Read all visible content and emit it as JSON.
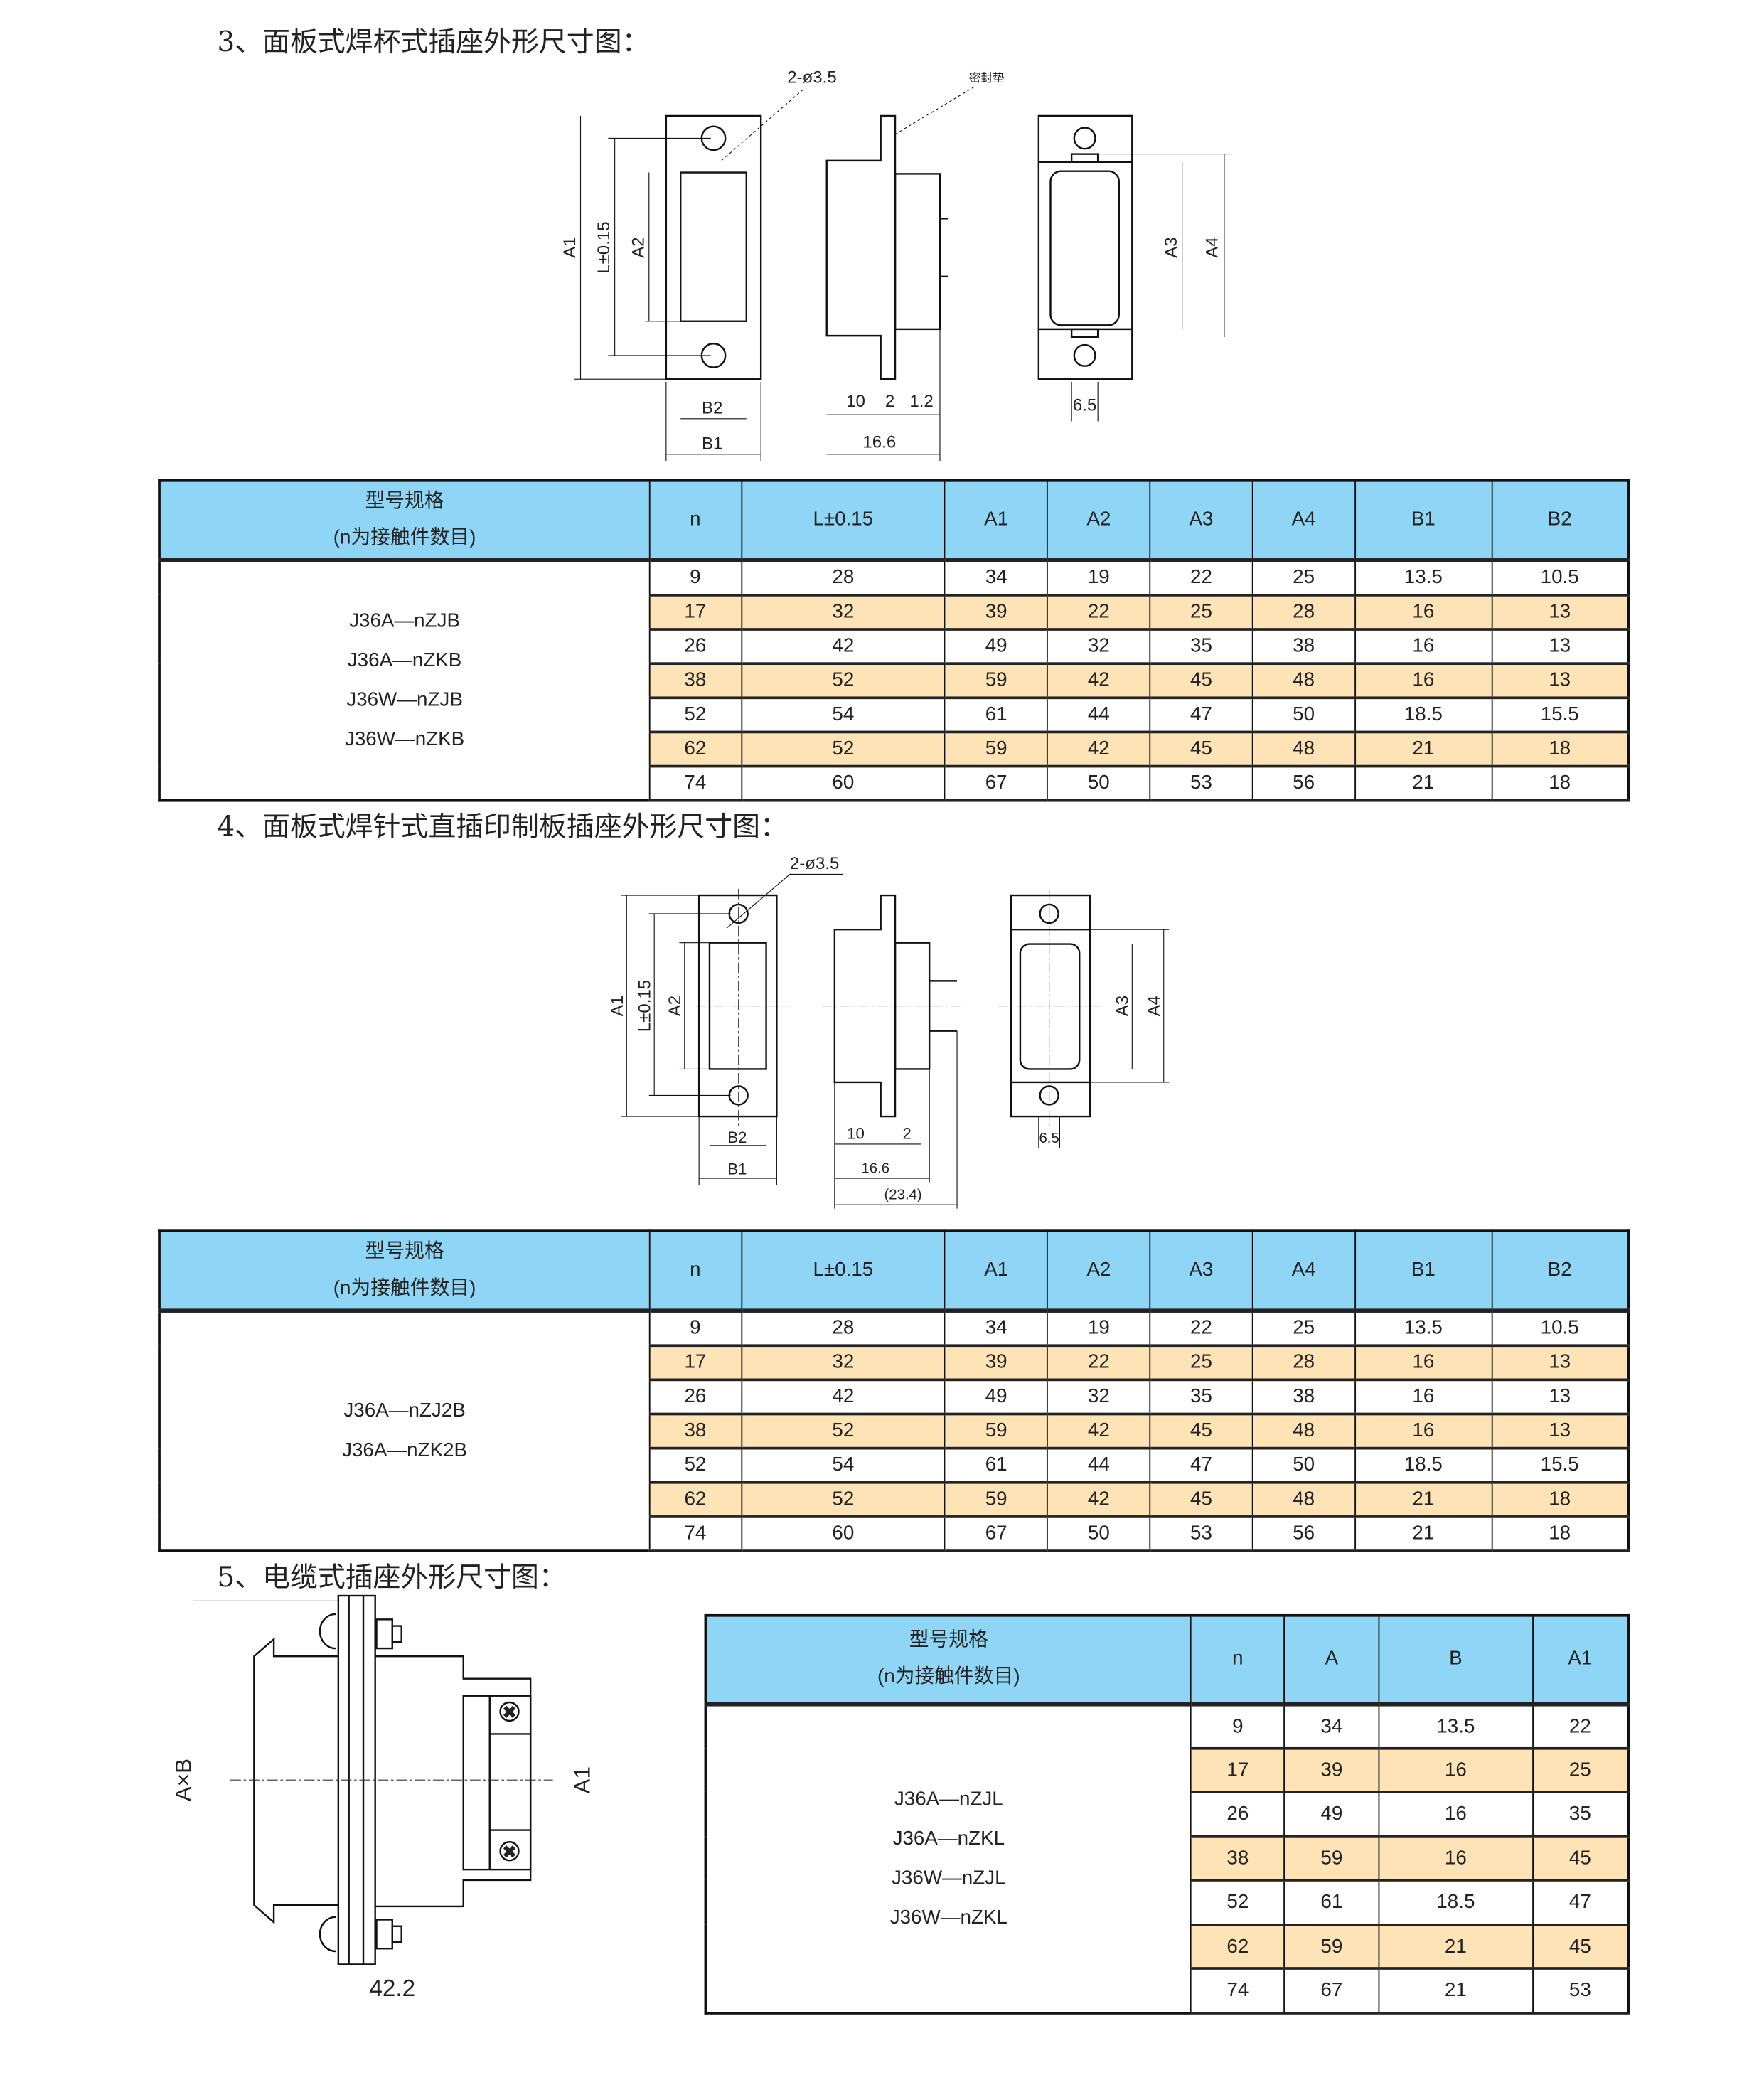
{
  "sections": [
    {
      "title": "3、面板式焊杯式插座外形尺寸图：",
      "drawing": {
        "hole_label": "2-ø3.5",
        "seal_label": "密封垫",
        "A1": "A1",
        "L": "L±0.15",
        "A2": "A2",
        "A3": "A3",
        "A4": "A4",
        "B1": "B1",
        "B2": "B2",
        "d10": "10",
        "d2": "2",
        "d12": "1.2",
        "d166": "16.6",
        "d65": "6.5"
      },
      "table": {
        "headers": [
          "型号规格",
          "(n为接触件数目)",
          "n",
          "L±0.15",
          "A1",
          "A2",
          "A3",
          "A4",
          "B1",
          "B2"
        ],
        "models": [
          "J36A—nZJB",
          "J36A—nZKB",
          "J36W—nZJB",
          "J36W—nZKB"
        ],
        "rows": [
          [
            "9",
            "28",
            "34",
            "19",
            "22",
            "25",
            "13.5",
            "10.5"
          ],
          [
            "17",
            "32",
            "39",
            "22",
            "25",
            "28",
            "16",
            "13"
          ],
          [
            "26",
            "42",
            "49",
            "32",
            "35",
            "38",
            "16",
            "13"
          ],
          [
            "38",
            "52",
            "59",
            "42",
            "45",
            "48",
            "16",
            "13"
          ],
          [
            "52",
            "54",
            "61",
            "44",
            "47",
            "50",
            "18.5",
            "15.5"
          ],
          [
            "62",
            "52",
            "59",
            "42",
            "45",
            "48",
            "21",
            "18"
          ],
          [
            "74",
            "60",
            "67",
            "50",
            "53",
            "56",
            "21",
            "18"
          ]
        ]
      }
    },
    {
      "title": "4、面板式焊针式直插印制板插座外形尺寸图：",
      "drawing": {
        "hole_label": "2-ø3.5",
        "A1": "A1",
        "L": "L±0.15",
        "A2": "A2",
        "A3": "A3",
        "A4": "A4",
        "B1": "B1",
        "B2": "B2",
        "d10": "10",
        "d2": "2",
        "d166": "16.6",
        "d234": "(23.4)",
        "d65": "6.5"
      },
      "table": {
        "headers": [
          "型号规格",
          "(n为接触件数目)",
          "n",
          "L±0.15",
          "A1",
          "A2",
          "A3",
          "A4",
          "B1",
          "B2"
        ],
        "models": [
          "J36A—nZJ2B",
          "J36A—nZK2B"
        ],
        "rows": [
          [
            "9",
            "28",
            "34",
            "19",
            "22",
            "25",
            "13.5",
            "10.5"
          ],
          [
            "17",
            "32",
            "39",
            "22",
            "25",
            "28",
            "16",
            "13"
          ],
          [
            "26",
            "42",
            "49",
            "32",
            "35",
            "38",
            "16",
            "13"
          ],
          [
            "38",
            "52",
            "59",
            "42",
            "45",
            "48",
            "16",
            "13"
          ],
          [
            "52",
            "54",
            "61",
            "44",
            "47",
            "50",
            "18.5",
            "15.5"
          ],
          [
            "62",
            "52",
            "59",
            "42",
            "45",
            "48",
            "21",
            "18"
          ],
          [
            "74",
            "60",
            "67",
            "50",
            "53",
            "56",
            "21",
            "18"
          ]
        ]
      }
    },
    {
      "title": "5、电缆式插座外形尺寸图：",
      "drawing": {
        "AxB": "A×B",
        "A1": "A1",
        "d422": "42.2"
      },
      "table": {
        "headers": [
          "型号规格",
          "(n为接触件数目)",
          "n",
          "A",
          "B",
          "A1"
        ],
        "models": [
          "J36A—nZJL",
          "J36A—nZKL",
          "J36W—nZJL",
          "J36W—nZKL"
        ],
        "rows": [
          [
            "9",
            "34",
            "13.5",
            "22"
          ],
          [
            "17",
            "39",
            "16",
            "25"
          ],
          [
            "26",
            "49",
            "16",
            "35"
          ],
          [
            "38",
            "59",
            "16",
            "45"
          ],
          [
            "52",
            "61",
            "18.5",
            "47"
          ],
          [
            "62",
            "59",
            "21",
            "45"
          ],
          [
            "74",
            "67",
            "21",
            "53"
          ]
        ]
      }
    }
  ],
  "colors": {
    "header": "#8fd5f6",
    "alt_row": "#fde3b6"
  }
}
